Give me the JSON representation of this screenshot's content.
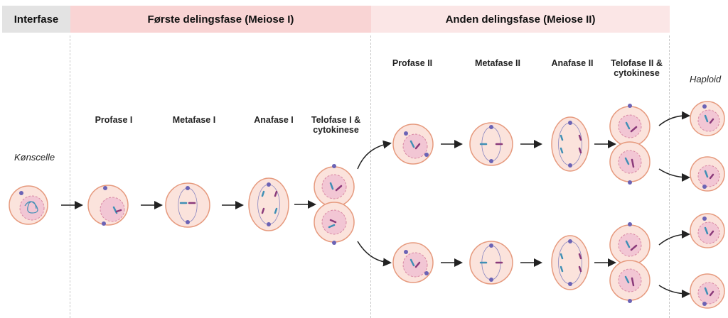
{
  "phases": {
    "interphase": "Interfase",
    "meiosis1": "Første delingsfase (Meiose I)",
    "meiosis2": "Anden delingsfase (Meiose II)"
  },
  "stages": {
    "germ_cell": "Kønscelle",
    "prophase1": "Profase I",
    "metaphase1": "Metafase I",
    "anaphase1": "Anafase I",
    "telophase1_line1": "Telofase I &",
    "telophase1_line2": "cytokinese",
    "prophase2": "Profase II",
    "metaphase2": "Metafase II",
    "anaphase2": "Anafase II",
    "telophase2_line1": "Telofase II &",
    "telophase2_line2": "cytokinese",
    "haploid": "Haploid"
  },
  "colors": {
    "interphase_band": "#e3e3e3",
    "meiosis1_band": "#f9d4d4",
    "meiosis2_band": "#fbe6e6",
    "cell_fill": "#fbe3dc",
    "cell_outline": "#e69a7e",
    "nucleus_fill": "#f2c6d4",
    "chromosome_blue": "#3f8fb5",
    "chromosome_purple": "#8a3a7a",
    "centrosome": "#6b63b5"
  }
}
